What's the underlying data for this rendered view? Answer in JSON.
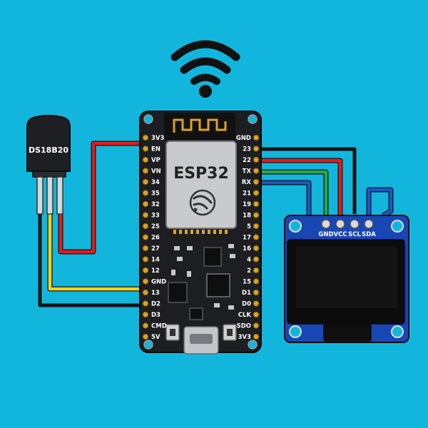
{
  "esp32": {
    "label": "ESP32",
    "left_pins": [
      "3V3",
      "EN",
      "VP",
      "VN",
      "34",
      "35",
      "32",
      "33",
      "25",
      "26",
      "27",
      "14",
      "12",
      "GND",
      "13",
      "D2",
      "D3",
      "CMD",
      "5V"
    ],
    "right_pins": [
      "GND",
      "23",
      "22",
      "TX",
      "RX",
      "21",
      "19",
      "18",
      "5",
      "17",
      "16",
      "4",
      "2",
      "15",
      "D1",
      "D0",
      "CLK",
      "SDO",
      "3V3"
    ],
    "board_color": "#1c1e21",
    "shield_color": "#c8cacd"
  },
  "sensor": {
    "label": "DS18B20",
    "body_color": "#1e1f22"
  },
  "oled": {
    "header_pins": [
      "GND",
      "VCC",
      "SCL",
      "SDA"
    ],
    "pcb_color": "#1846b5",
    "screen_color": "#141414"
  },
  "wire_colors": {
    "red": "#e41b1b",
    "yellow": "#f7d31a",
    "black": "#141414",
    "green": "#2ca84a",
    "blue": "#1f57c4"
  },
  "icons": [
    "wifi-icon",
    "espressif-logo-icon"
  ]
}
